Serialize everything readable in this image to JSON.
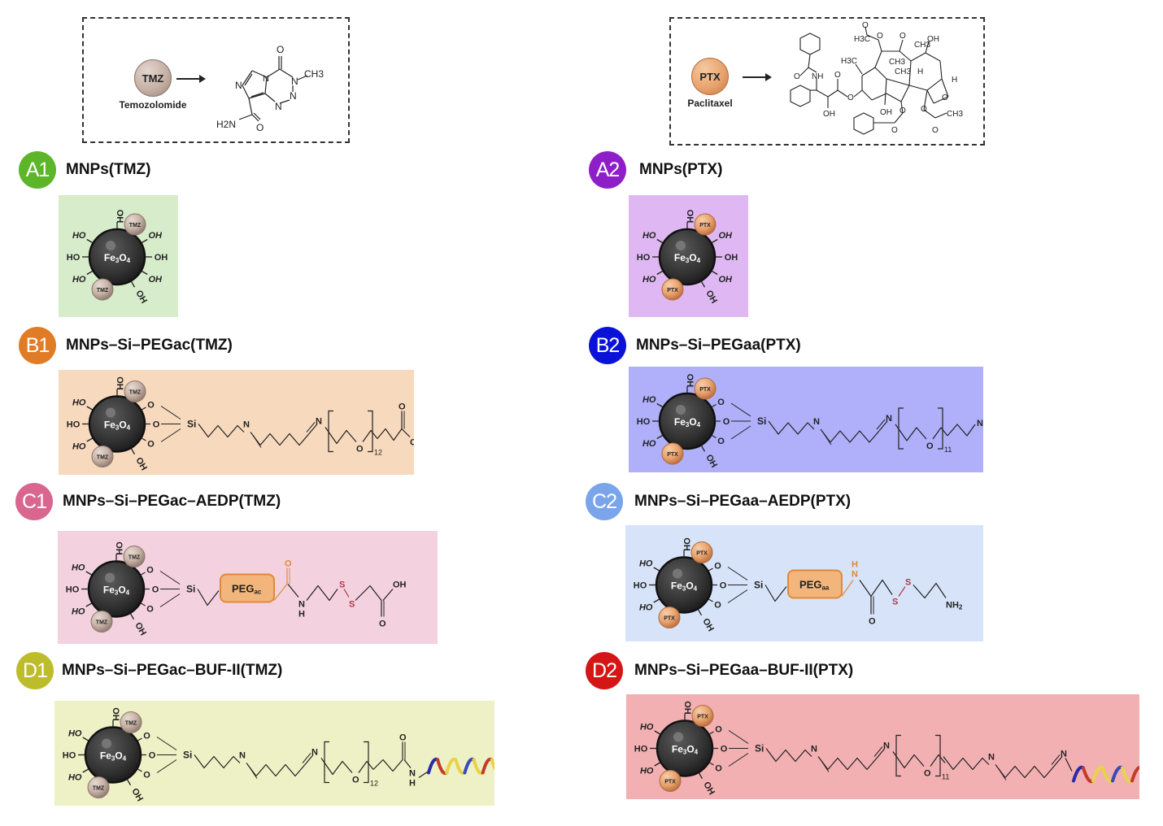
{
  "drugs": {
    "tmz": {
      "ball_label": "TMZ",
      "caption": "Temozolomide",
      "ball_color": "#c8b4a8",
      "structure_atoms": [
        "O",
        "N",
        "CH3",
        "N",
        "N",
        "N",
        "N",
        "H2N",
        "O"
      ]
    },
    "ptx": {
      "ball_label": "PTX",
      "caption": "Paclitaxel",
      "ball_color": "#e8a36e",
      "structure_atoms": [
        "O",
        "H3C",
        "O",
        "CH3",
        "OH",
        "H3C",
        "CH3",
        "CH3",
        "H",
        "H",
        "O",
        "NH",
        "O",
        "O",
        "OH",
        "OH",
        "O",
        "O",
        "O",
        "CH3",
        "O"
      ]
    }
  },
  "common": {
    "core_label_main": "Fe",
    "core_sub1": "3",
    "core_mid": "O",
    "core_sub2": "4",
    "oh": "OH",
    "ho": "HO",
    "o": "O",
    "si": "Si",
    "n": "N",
    "h": "H",
    "s": "S",
    "nh2": "NH",
    "nh2_sub": "2"
  },
  "panels": {
    "A1": {
      "badge": "A1",
      "title": "MNPs(TMZ)",
      "badge_color": "#5db52a",
      "bg": "#d6eccb",
      "drug": "TMZ"
    },
    "B1": {
      "badge": "B1",
      "title": "MNPs–Si–PEGac(TMZ)",
      "badge_color": "#e07c26",
      "bg": "#f7d9bd",
      "drug": "TMZ",
      "repeat": "12",
      "terminal_o": "O",
      "terminal_oh": "OH"
    },
    "C1": {
      "badge": "C1",
      "title": "MNPs–Si–PEGac–AEDP(TMZ)",
      "badge_color": "#d9668f",
      "bg": "#f3d1df",
      "drug": "TMZ",
      "peg_main": "PEG",
      "peg_sub": "ac",
      "terminal_o": "O",
      "terminal_oh": "OH"
    },
    "D1": {
      "badge": "D1",
      "title": "MNPs–Si–PEGac–BUF-II(TMZ)",
      "badge_color": "#bdbd2c",
      "bg": "#eef0c5",
      "drug": "TMZ",
      "repeat": "12"
    },
    "A2": {
      "badge": "A2",
      "title": "MNPs(PTX)",
      "badge_color": "#8e1fc8",
      "bg": "#dfb8f3",
      "drug": "PTX"
    },
    "B2": {
      "badge": "B2",
      "title": "MNPs–Si–PEGaa(PTX)",
      "badge_color": "#0b12d8",
      "bg": "#afaffa",
      "drug": "PTX",
      "repeat": "11"
    },
    "C2": {
      "badge": "C2",
      "title": "MNPs–Si–PEGaa–AEDP(PTX)",
      "badge_color": "#7aa5ea",
      "bg": "#d7e3f8",
      "drug": "PTX",
      "peg_main": "PEG",
      "peg_sub": "aa",
      "terminal_o": "O"
    },
    "D2": {
      "badge": "D2",
      "title": "MNPs–Si–PEGaa–BUF-II(PTX)",
      "badge_color": "#d41616",
      "bg": "#f2b0b3",
      "drug": "PTX",
      "repeat": "11"
    }
  },
  "colors": {
    "peg_box_fill": "#f2b57c",
    "peg_box_stroke": "#e0893a",
    "amide_orange": "#e0893a",
    "disulfide_red": "#b03a4a",
    "core_dark": "#2f2f2f"
  }
}
